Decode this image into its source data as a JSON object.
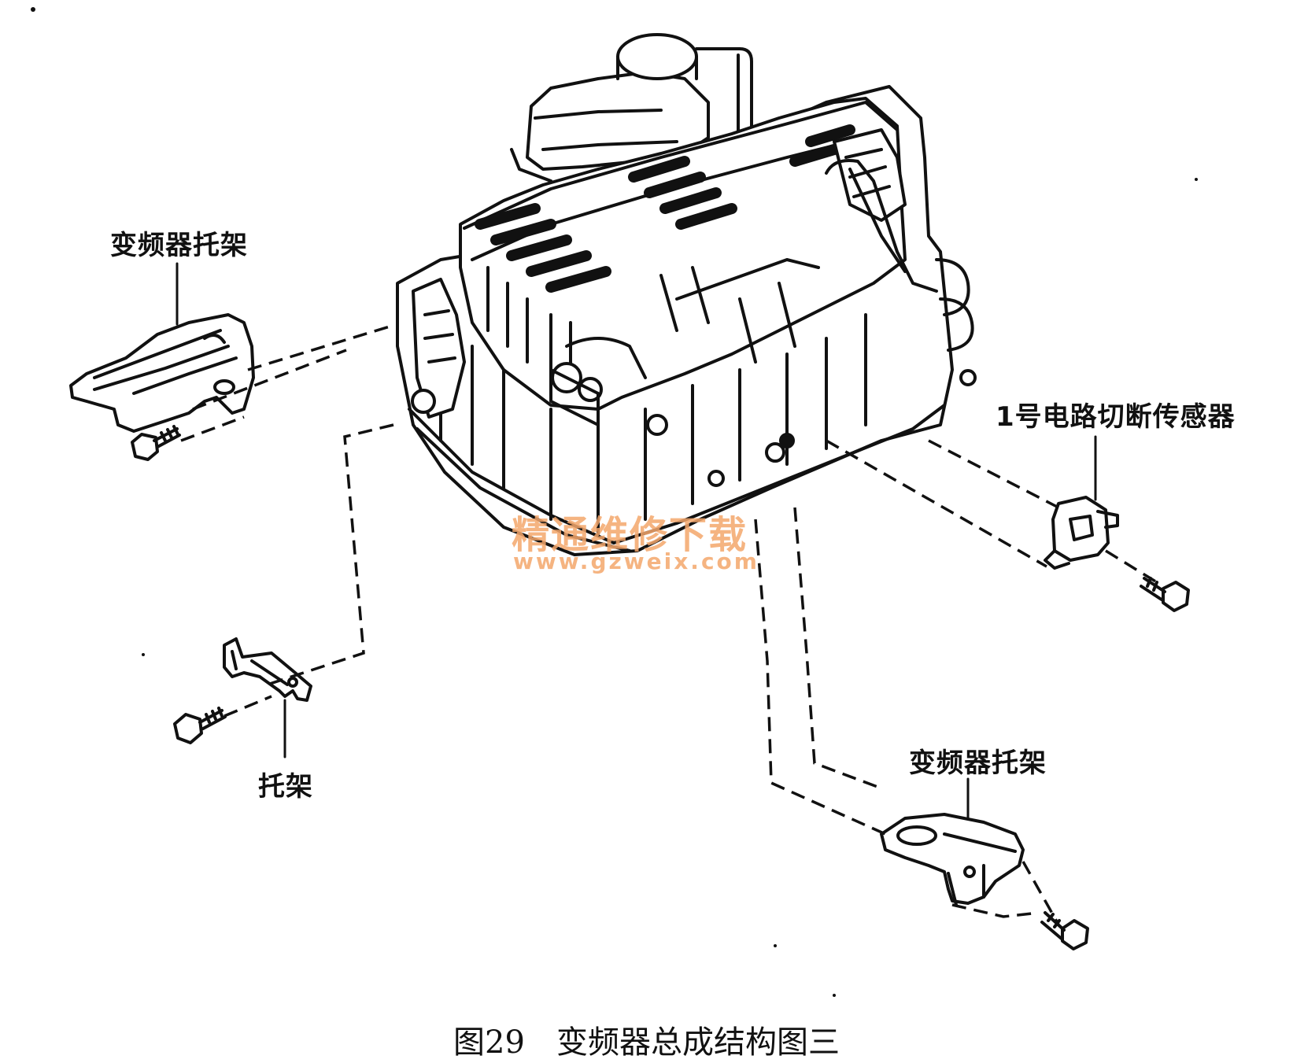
{
  "labels": {
    "inverter_bracket_left": "变频器托架",
    "circuit_breaker_sensor": "1号电路切断传感器",
    "bracket": "托架",
    "inverter_bracket_right": "变频器托架"
  },
  "watermark": {
    "title": "精通维修下载",
    "url": "www.gzweix.com",
    "color": "#f4a76c"
  },
  "caption": {
    "number": "图29",
    "title": "变频器总成结构图三"
  },
  "colors": {
    "line": "#111111",
    "background": "#ffffff"
  }
}
